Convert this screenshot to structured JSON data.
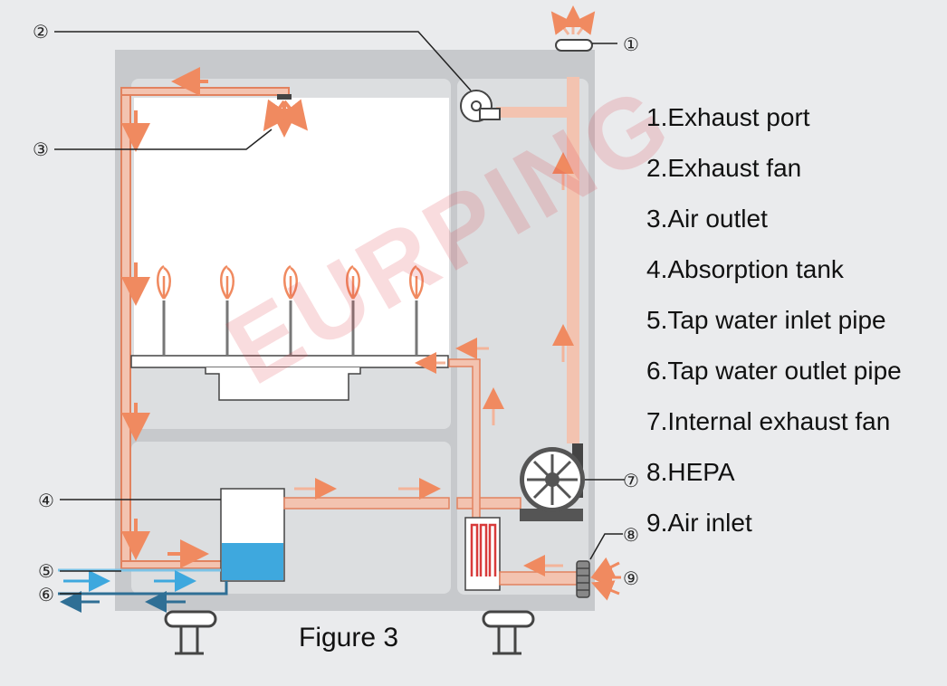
{
  "legend": [
    {
      "num": "1",
      "label": "1.Exhaust port"
    },
    {
      "num": "2",
      "label": "2.Exhaust fan"
    },
    {
      "num": "3",
      "label": "3.Air outlet"
    },
    {
      "num": "4",
      "label": "4.Absorption tank"
    },
    {
      "num": "5",
      "label": "5.Tap water inlet pipe"
    },
    {
      "num": "6",
      "label": "6.Tap water outlet pipe"
    },
    {
      "num": "7",
      "label": "7.Internal exhaust fan"
    },
    {
      "num": "8",
      "label": "8.HEPA"
    },
    {
      "num": "9",
      "label": "9.Air inlet"
    }
  ],
  "callouts": {
    "c1": "①",
    "c2": "②",
    "c3": "③",
    "c4": "④",
    "c5": "⑤",
    "c6": "⑥",
    "c7": "⑦",
    "c8": "⑧",
    "c9": "⑨"
  },
  "caption": "Figure 3",
  "watermark": "EURPING",
  "colors": {
    "cabinet": "#c7c9cc",
    "chamber": "#dcdee0",
    "duct": "#f3c3b0",
    "duct_edge": "#e2825f",
    "arrow": "#f08a60",
    "water": "#3ea8de",
    "water_pipe": "#4a8fb5"
  }
}
